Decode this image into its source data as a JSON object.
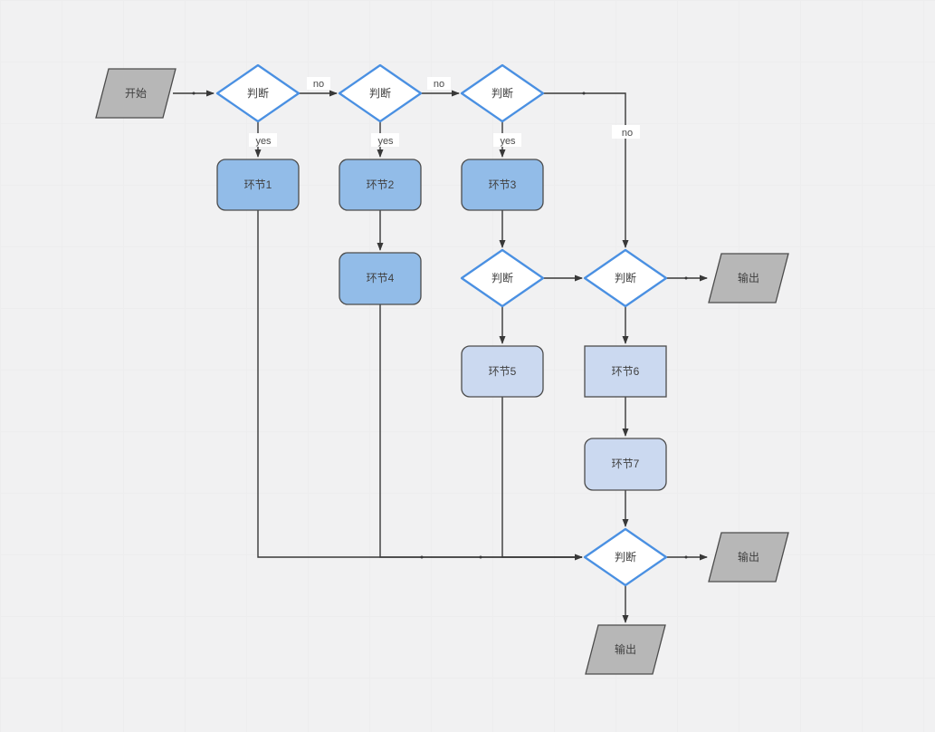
{
  "diagram": {
    "background": "#f1f1f2",
    "colors": {
      "decision_border": "#4a90e2",
      "shape_border": "#4c4c4c",
      "edge": "#383838",
      "text": "#404040",
      "terminal_fill": "#b7b7b7",
      "process_fill": "#92bce8",
      "process_light_fill": "#cbd9f0"
    },
    "nodes": [
      {
        "id": "start",
        "shape": "parallelogram",
        "label": "开始",
        "fill": "#b7b7b7"
      },
      {
        "id": "decision-1",
        "shape": "diamond",
        "label": "判断",
        "fill": "#ffffff"
      },
      {
        "id": "decision-2",
        "shape": "diamond",
        "label": "判断",
        "fill": "#ffffff"
      },
      {
        "id": "decision-3",
        "shape": "diamond",
        "label": "判断",
        "fill": "#ffffff"
      },
      {
        "id": "step-1",
        "shape": "rounded-rect",
        "label": "环节1",
        "fill": "#92bce8"
      },
      {
        "id": "step-2",
        "shape": "rounded-rect",
        "label": "环节2",
        "fill": "#92bce8"
      },
      {
        "id": "step-3",
        "shape": "rounded-rect",
        "label": "环节3",
        "fill": "#92bce8"
      },
      {
        "id": "step-4",
        "shape": "rounded-rect",
        "label": "环节4",
        "fill": "#92bce8"
      },
      {
        "id": "decision-4",
        "shape": "diamond",
        "label": "判断",
        "fill": "#ffffff"
      },
      {
        "id": "decision-5",
        "shape": "diamond",
        "label": "判断",
        "fill": "#ffffff"
      },
      {
        "id": "output-1",
        "shape": "parallelogram",
        "label": "输出",
        "fill": "#b7b7b7"
      },
      {
        "id": "step-5",
        "shape": "rounded-rect",
        "label": "环节5",
        "fill": "#cbd9f0"
      },
      {
        "id": "step-6",
        "shape": "rect",
        "label": "环节6",
        "fill": "#cbd9f0"
      },
      {
        "id": "step-7",
        "shape": "rounded-rect",
        "label": "环节7",
        "fill": "#cbd9f0"
      },
      {
        "id": "decision-6",
        "shape": "diamond",
        "label": "判断",
        "fill": "#ffffff"
      },
      {
        "id": "output-2",
        "shape": "parallelogram",
        "label": "输出",
        "fill": "#b7b7b7"
      },
      {
        "id": "output-3",
        "shape": "parallelogram",
        "label": "输出",
        "fill": "#b7b7b7"
      }
    ],
    "edge_labels": {
      "yes_1": "yes",
      "yes_2": "yes",
      "yes_3": "yes",
      "no_1": "no",
      "no_2": "no",
      "no_3": "no"
    }
  }
}
